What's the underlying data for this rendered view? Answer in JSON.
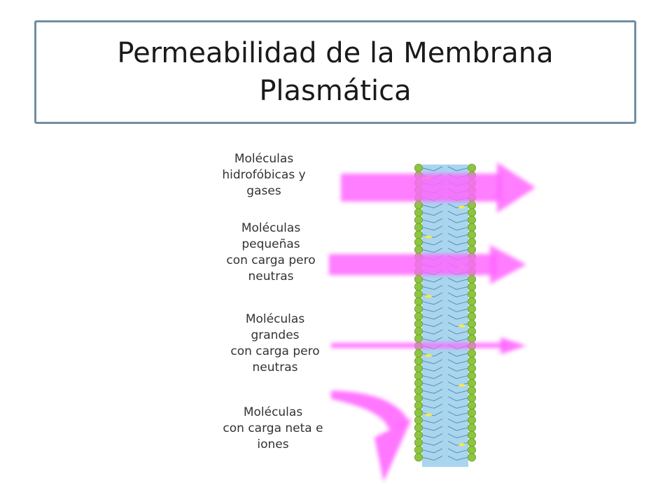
{
  "slide": {
    "title": "Permeabilidad de la Membrana Plasmática"
  },
  "diagram": {
    "labels": [
      {
        "lines": [
          "Moléculas",
          "hidrofóbicas y",
          "gases"
        ]
      },
      {
        "lines": [
          "Moléculas",
          "pequeñas",
          "con carga pero",
          "neutras"
        ]
      },
      {
        "lines": [
          "Moléculas",
          "grandes",
          "con carga pero",
          "neutras"
        ]
      },
      {
        "lines": [
          "Moléculas",
          "con carga neta e",
          "iones"
        ]
      }
    ],
    "colors": {
      "arrow": "#ff66ff",
      "head_group": "#8cc63f",
      "tail": "#8fc8e8",
      "cholesterol": "#f7e84a"
    }
  }
}
